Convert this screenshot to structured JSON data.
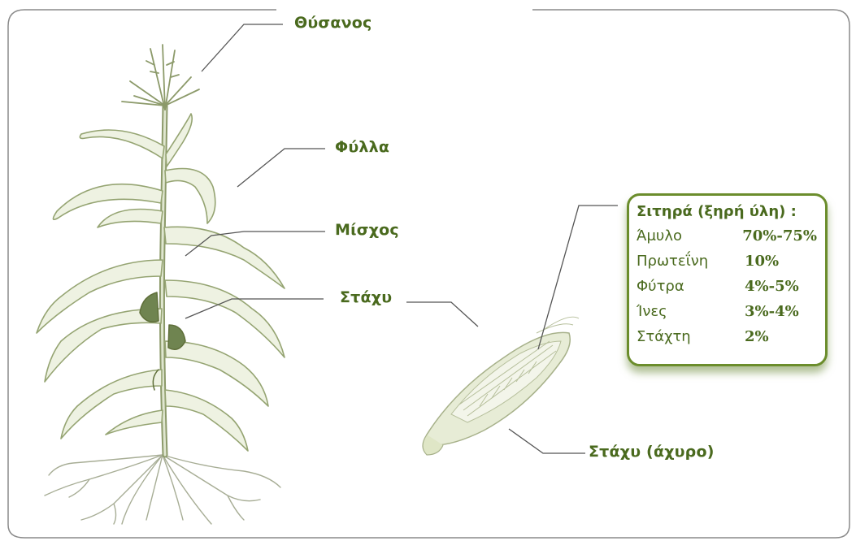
{
  "labels": {
    "tassel": "Θύσανος",
    "leaves": "Φύλλα",
    "stem": "Μίσχος",
    "ear": "Στάχυ",
    "ear_husked": "Στάχυ (άχυρο)"
  },
  "composition": {
    "title": "Σιτηρά (ξηρή ύλη) :",
    "rows": [
      {
        "name": "Άμυλο",
        "value": "70%-75%"
      },
      {
        "name": "Πρωτεΐνη",
        "value": "10%"
      },
      {
        "name": "Φύτρα",
        "value": "4%-5%"
      },
      {
        "name": "Ίνες",
        "value": "3%-4%"
      },
      {
        "name": "Στάχτη",
        "value": "2%"
      }
    ]
  },
  "colors": {
    "accent": "#4a6a1e",
    "frame": "#8a8a8a",
    "box_border": "#6b8d2c",
    "plant": "#9aa878"
  }
}
